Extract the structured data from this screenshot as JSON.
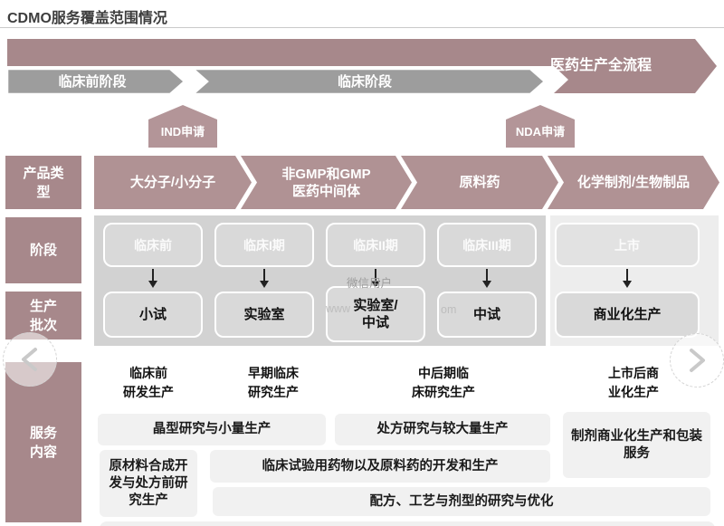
{
  "title": "CDMO服务覆盖范围情况",
  "banner": {
    "full_process": "医药生产全流程",
    "preclinical": "临床前阶段",
    "clinical": "临床阶段",
    "ind": "IND申请",
    "nda": "NDA申请"
  },
  "sidebar": {
    "product_type": "产品类\n型",
    "stage": "阶段",
    "batch": "生产\n批次",
    "service": "服务\n内容"
  },
  "product_arrows": [
    "大分子/小分子",
    "非GMP和GMP\n医药中间体",
    "原料药",
    "化学制剂/生物制品"
  ],
  "stage_boxes": [
    "临床前",
    "临床I期",
    "临床II期",
    "临床III期",
    "上市"
  ],
  "batch_boxes": [
    "小试",
    "实验室",
    "实验室/\n中试",
    "中试",
    "商业化生产"
  ],
  "service_headers": [
    "临床前\n研发生产",
    "早期临床\n研究生产",
    "中后期临\n床研究生产",
    "上市后商\n业化生产"
  ],
  "service_boxes": [
    "晶型研究与小量生产",
    "处方研究与较大量生产",
    "制剂商业化生产和包装\n服务",
    "原材料合成开\n发与处方前研\n究生产",
    "临床试验用药物以及原料药的开发和生产",
    "配方、工艺与剂型的研究与优化"
  ],
  "watermark": {
    "user": "微信用户",
    "url_left": "www",
    "url_right": "om"
  },
  "icons": {
    "prev": "chevron-left",
    "next": "chevron-right",
    "step": "arrow-down"
  },
  "colors": {
    "mauve": "#a7888b",
    "mauve_light": "#b39598",
    "product_arrow": "#b09294",
    "gray_arrow": "#9d9d9d",
    "panel_dark": "#d2d2d2",
    "panel_light": "#ededed",
    "box_gray": "#d9d9d9",
    "service_box": "#f1f1f1"
  }
}
